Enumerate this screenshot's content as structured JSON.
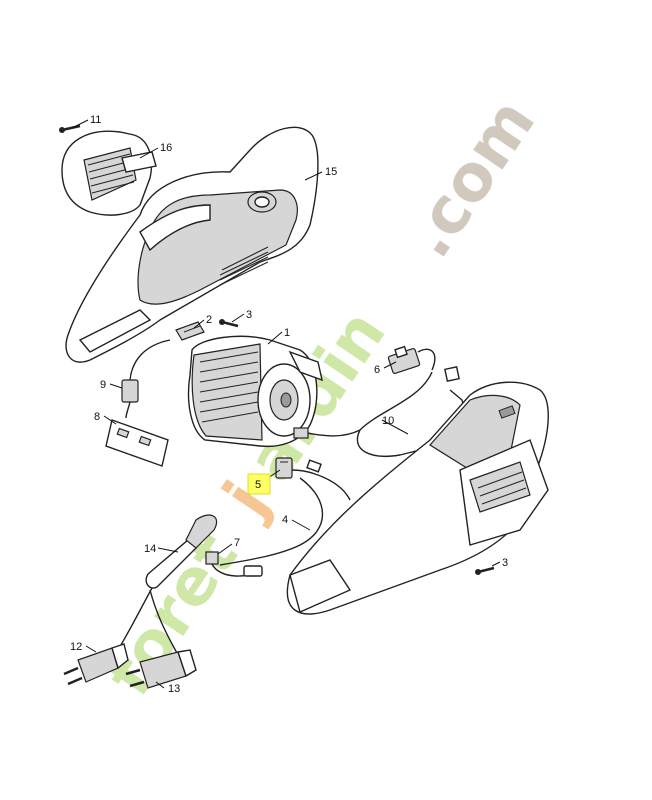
{
  "watermark": {
    "text_green": "foret",
    "text_orange": "j",
    "text_green2": "ardin",
    "text_grey": ".com",
    "color_green": "#cde6a3",
    "color_orange": "#f6c58f",
    "color_grey": "#cfc6bb"
  },
  "highlight_color": "#ffff66",
  "parts": [
    {
      "id": "11",
      "label": "11"
    },
    {
      "id": "16",
      "label": "16"
    },
    {
      "id": "15",
      "label": "15"
    },
    {
      "id": "2",
      "label": "2"
    },
    {
      "id": "3a",
      "label": "3"
    },
    {
      "id": "1",
      "label": "1"
    },
    {
      "id": "6",
      "label": "6"
    },
    {
      "id": "9",
      "label": "9"
    },
    {
      "id": "8",
      "label": "8"
    },
    {
      "id": "10",
      "label": "10"
    },
    {
      "id": "5",
      "label": "5",
      "highlighted": true
    },
    {
      "id": "4",
      "label": "4"
    },
    {
      "id": "14",
      "label": "14"
    },
    {
      "id": "7",
      "label": "7"
    },
    {
      "id": "3b",
      "label": "3"
    },
    {
      "id": "12",
      "label": "12"
    },
    {
      "id": "13",
      "label": "13"
    }
  ]
}
